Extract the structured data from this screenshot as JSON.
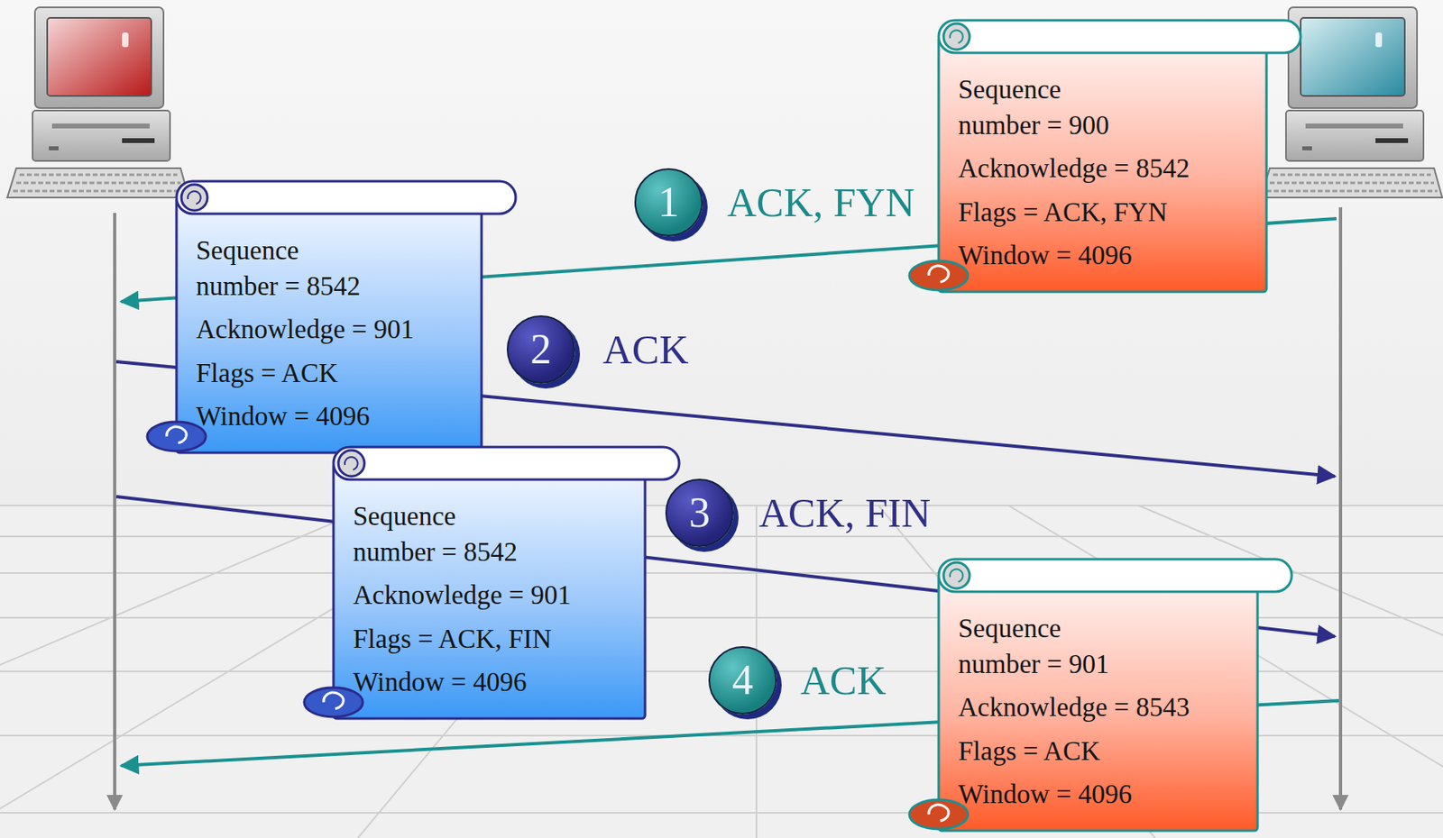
{
  "diagram": {
    "nodes": [
      {
        "text": [
          "Sequence number = 900",
          "Acknowledge = 8542",
          "Flags = ACK, FYN",
          "Window = 4096"
        ]
      },
      {
        "text": [
          "Sequence number = 8542",
          "Acknowledge = 901",
          "Flags = ACK",
          "Window = 4096"
        ]
      },
      {
        "text": [
          "Sequence number = 8542",
          "Acknowledge = 901",
          "Flags = ACK, FIN",
          "Window = 4096"
        ]
      },
      {
        "text": [
          "Sequence number = 901",
          "Acknowledge = 8543",
          "Flags = ACK",
          "Window = 4096"
        ]
      }
    ],
    "labels": [
      "1",
      "ACK, FYN",
      "2",
      "ACK",
      "3",
      "ACK, FIN",
      "4",
      "ACK"
    ]
  }
}
